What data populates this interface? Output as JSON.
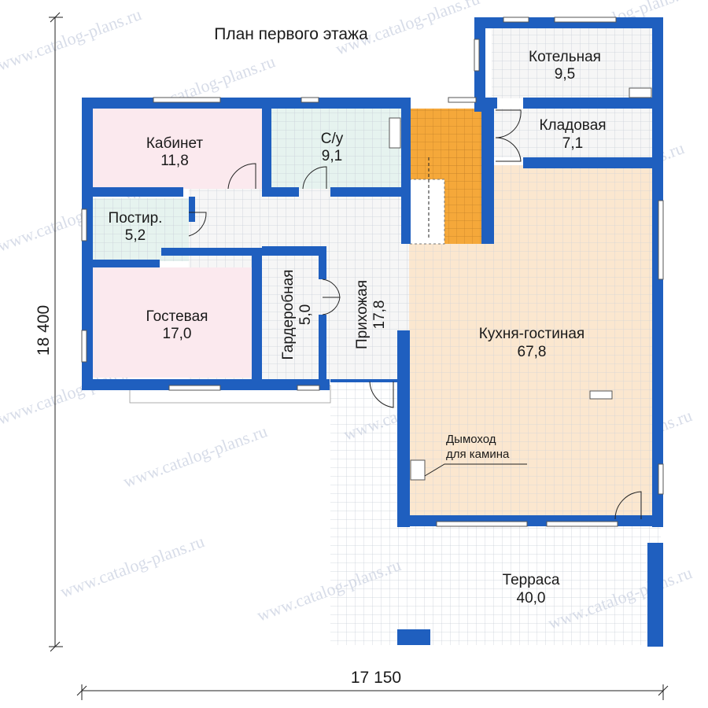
{
  "title": "План первого этажа",
  "dimensions": {
    "width": "17 150",
    "height": "18 400"
  },
  "watermark": "www.catalog-plans.ru",
  "rooms": {
    "cabinet": {
      "name": "Кабинет",
      "area": "11,8"
    },
    "bathroom": {
      "name": "С/у",
      "area": "9,1"
    },
    "boiler": {
      "name": "Котельная",
      "area": "9,5"
    },
    "storage": {
      "name": "Кладовая",
      "area": "7,1"
    },
    "laundry": {
      "name": "Постир.",
      "area": "5,2"
    },
    "guest": {
      "name": "Гостевая",
      "area": "17,0"
    },
    "wardrobe": {
      "name": "Гардеробная",
      "area": "5,0"
    },
    "hall": {
      "name": "Прихожая",
      "area": "17,8"
    },
    "kitchen": {
      "name": "Кухня-гостиная",
      "area": "67,8"
    },
    "terrace": {
      "name": "Терраса",
      "area": "40,0"
    }
  },
  "annotations": {
    "chimney_line1": "Дымоход",
    "chimney_line2": "для камина"
  },
  "colors": {
    "wall": "#1f5fbf",
    "kitchen_fill": "#fbe7cf",
    "bedroom_fill": "#fbe9ee",
    "wet_fill": "#e6f3ef",
    "hall_fill": "#f6f6f6",
    "stairs_fill": "#f5a83a",
    "grid": "#c9cfd9"
  }
}
